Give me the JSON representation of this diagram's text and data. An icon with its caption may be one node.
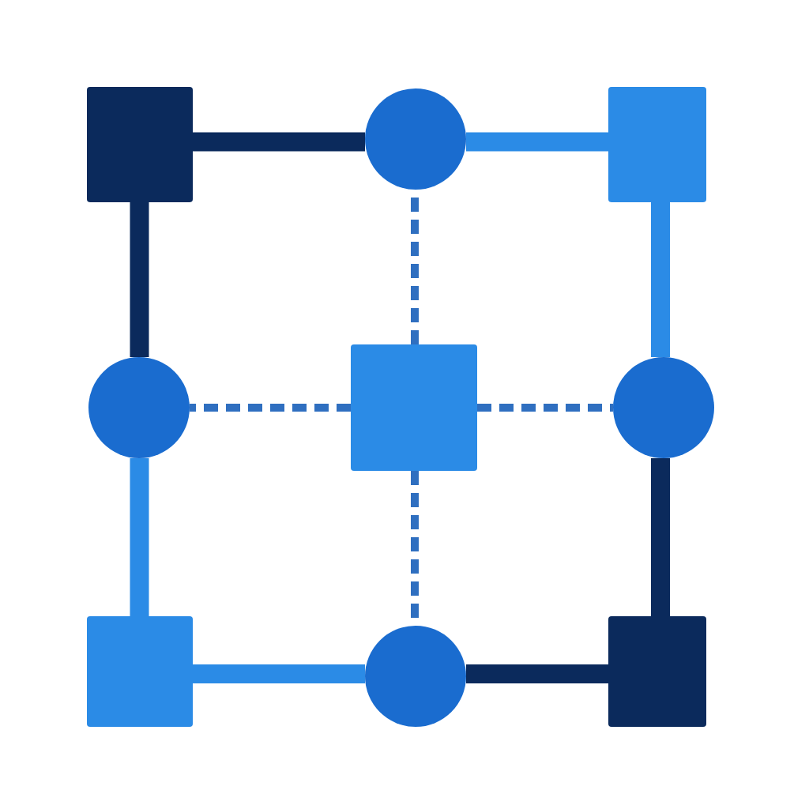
{
  "diagram": {
    "nodes": [
      {
        "text": [],
        "shape": "box"
      },
      {
        "text": [],
        "shape": "circle"
      },
      {
        "text": [],
        "shape": "box"
      },
      {
        "text": [],
        "shape": "circle"
      },
      {
        "text": [],
        "shape": "box"
      },
      {
        "text": [],
        "shape": "circle"
      },
      {
        "text": [],
        "shape": "box"
      },
      {
        "text": [],
        "shape": "circle"
      },
      {
        "text": [],
        "shape": "box"
      }
    ],
    "edges": [
      {
        "from": 0,
        "to": 1,
        "arrow": "none",
        "color": "#0b2a5c"
      },
      {
        "from": 1,
        "to": 2,
        "arrow": "none",
        "color": "#2b8be6"
      },
      {
        "from": 0,
        "to": 3,
        "arrow": "none",
        "color": "#0b2a5c"
      },
      {
        "from": 2,
        "to": 5,
        "arrow": "none",
        "color": "#2b8be6"
      },
      {
        "from": 4,
        "to": 1,
        "arrow": "none",
        "style": "dashed",
        "color": "#2f6fc0"
      },
      {
        "from": 4,
        "to": 3,
        "arrow": "none",
        "style": "dashed",
        "color": "#2f6fc0"
      },
      {
        "from": 4,
        "to": 5,
        "arrow": "none",
        "style": "dashed",
        "color": "#2f6fc0"
      },
      {
        "from": 4,
        "to": 7,
        "arrow": "none",
        "style": "dashed",
        "color": "#2f6fc0"
      },
      {
        "from": 3,
        "to": 6,
        "arrow": "none",
        "color": "#2b8be6"
      },
      {
        "from": 5,
        "to": 8,
        "arrow": "none",
        "color": "#0b2a5c"
      },
      {
        "from": 6,
        "to": 7,
        "arrow": "none",
        "color": "#2b8be6"
      },
      {
        "from": 7,
        "to": 8,
        "arrow": "none",
        "color": "#0b2a5c"
      }
    ]
  }
}
